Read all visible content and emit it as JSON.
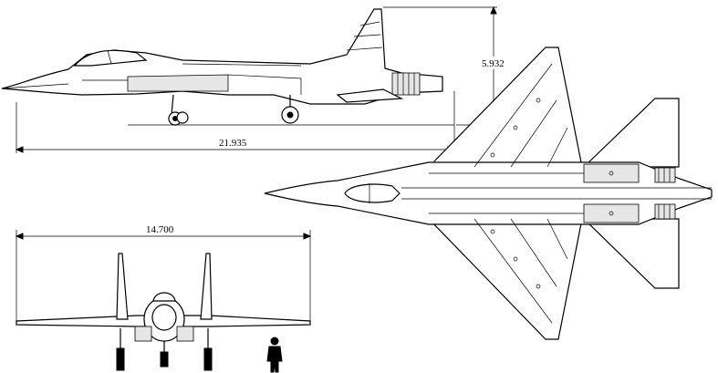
{
  "dimensions": {
    "length": "21.935",
    "height": "5.932",
    "wingspan": "14.700"
  }
}
